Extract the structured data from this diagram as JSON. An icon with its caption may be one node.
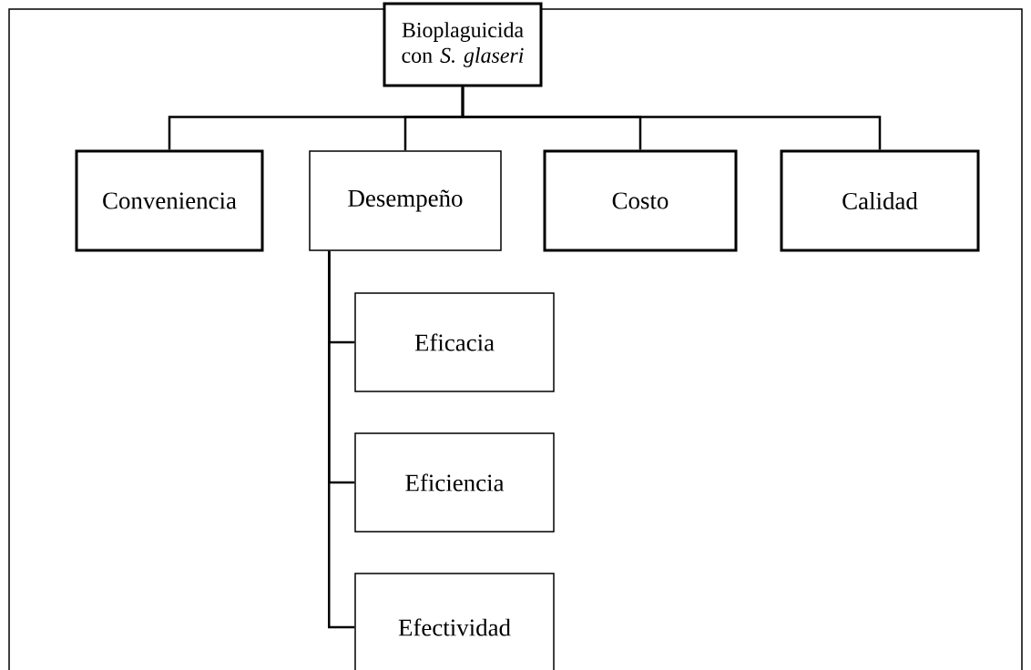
{
  "diagram": {
    "nodes": [
      {
        "text": [
          "Bioplaguicida con *S. glaseri*"
        ]
      },
      {
        "text": [
          "Conveniencia"
        ]
      },
      {
        "text": [
          "Desempeño"
        ]
      },
      {
        "text": [
          "Costo"
        ]
      },
      {
        "text": [
          "Calidad"
        ]
      },
      {
        "text": [
          "Eficacia"
        ]
      },
      {
        "text": [
          "Eficiencia"
        ]
      },
      {
        "text": [
          "Efectividad"
        ]
      }
    ],
    "edges": [
      {
        "from": 0,
        "to": 1,
        "arrow": "none"
      },
      {
        "from": 0,
        "to": 2,
        "arrow": "none"
      },
      {
        "from": 0,
        "to": 3,
        "arrow": "none"
      },
      {
        "from": 0,
        "to": 4,
        "arrow": "none"
      },
      {
        "from": 2,
        "to": 5,
        "arrow": "none"
      },
      {
        "from": 2,
        "to": 6,
        "arrow": "none"
      },
      {
        "from": 2,
        "to": 7,
        "arrow": "none"
      }
    ]
  }
}
